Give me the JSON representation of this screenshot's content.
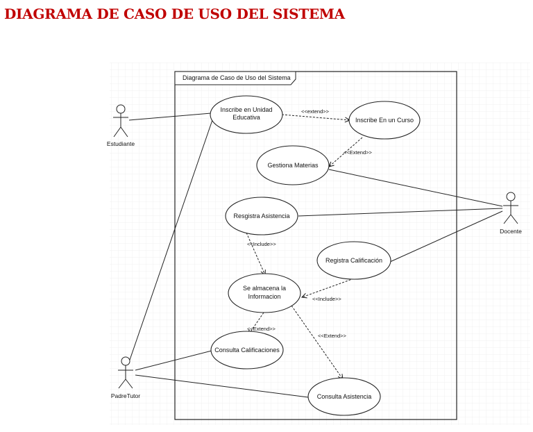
{
  "page": {
    "title": "DIAGRAMA DE CASO DE USO DEL SISTEMA",
    "title_color": "#c00000"
  },
  "diagram": {
    "frame_label": "Diagrama de Caso de Uso del Sistema",
    "actors": {
      "estudiante": "Estudiante",
      "docente": "Docente",
      "padre_tutor": "PadreTutor"
    },
    "use_cases": {
      "inscribe_unidad_line1": "Inscribe en Unidad",
      "inscribe_unidad_line2": "Educativa",
      "inscribe_curso": "Inscribe En un Curso",
      "gestiona_materias": "Gestiona Materias",
      "registra_asistencia": "Resgistra Asistencia",
      "registra_calificacion": "Registra Calificación",
      "almacena_line1": "Se almacena la",
      "almacena_line2": "Informacion",
      "consulta_calificaciones": "Consulta Calificaciones",
      "consulta_asistencia": "Consulta Asistencia"
    },
    "relations": {
      "extend_lower": "<<extend>>",
      "extend_cap": "<<Extend>>",
      "include": "<<Include>>",
      "include_lower": "<<Include>>"
    }
  }
}
